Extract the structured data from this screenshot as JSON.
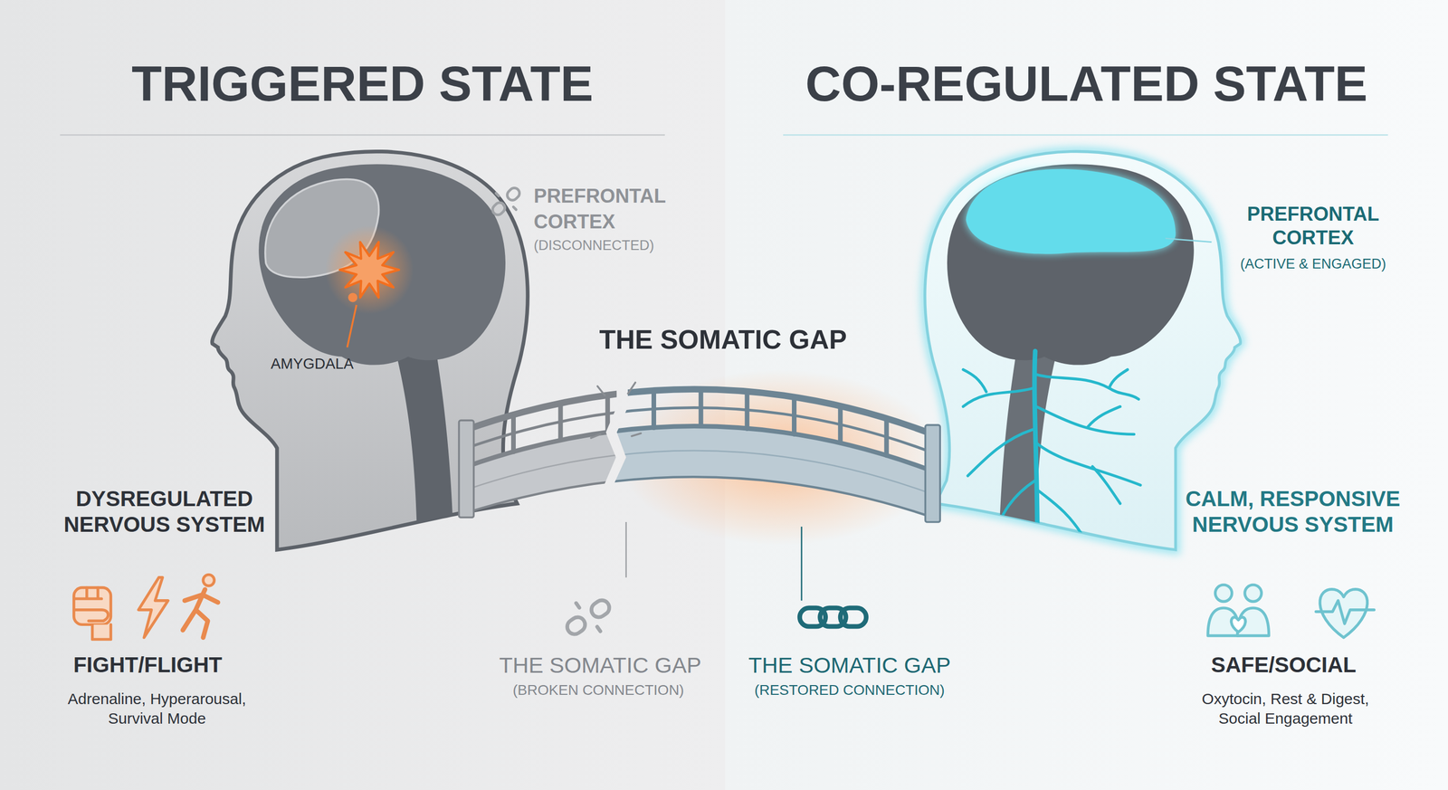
{
  "diagram": {
    "nodes": [
      {
        "text": [
          "TRIGGERED STATE"
        ]
      },
      {
        "text": [
          "CO-REGULATED STATE"
        ]
      }
    ],
    "labels": [
      "PREFRONTAL CORTEX",
      "(DISCONNECTED)",
      "AMYGDALA",
      "THE SOMATIC GAP",
      "DYSREGULATED NERVOUS SYSTEM",
      "FIGHT/FLIGHT",
      "Adrenaline, Hyperarousal, Survival Mode",
      "THE SOMATIC GAP",
      "(BROKEN CONNECTION)",
      "THE SOMATIC GAP",
      "(RESTORED CONNECTION)",
      "PREFRONTAL CORTEX",
      "(ACTIVE & ENGAGED)",
      "CALM, RESPONSIVE NERVOUS SYSTEM",
      "SAFE/SOCIAL",
      "Oxytocin, Rest & Digest, Social Engagement"
    ]
  }
}
